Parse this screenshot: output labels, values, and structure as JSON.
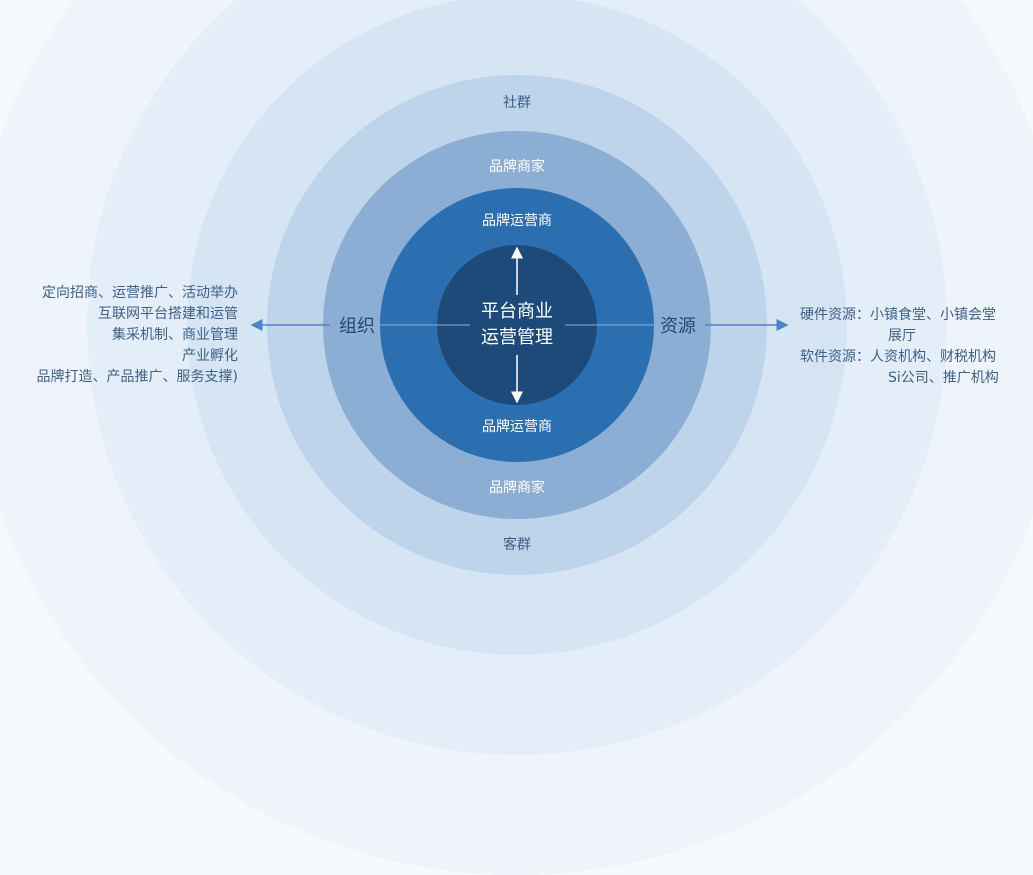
{
  "center": {
    "line1": "平台商业",
    "line2": "运营管理"
  },
  "rings": {
    "top_inner": "品牌运营商",
    "bottom_inner": "品牌运营商",
    "top_mid": "品牌商家",
    "bottom_mid": "品牌商家",
    "top_outer": "社群",
    "bottom_outer": "客群"
  },
  "axis": {
    "left": "组织",
    "right": "资源"
  },
  "left_text": [
    "定向招商、运营推广、活动举办",
    "互联网平台搭建和运管",
    "集采机制、商业管理",
    "产业孵化",
    "品牌打造、产品推广、服务支撑)"
  ],
  "right_text": {
    "hardware_label": "硬件资源：",
    "hardware_1": "小镇食堂、小镇会堂",
    "hardware_2": "展厅",
    "software_label": "软件资源：",
    "software_1": "人资机构、财税机构",
    "software_2": "Si公司、推广机构"
  },
  "colors": {
    "core": "#1d4a78",
    "ring1": "#2c6fb0",
    "ring2": "#8daed4",
    "ring3": "#bdd4eb",
    "halo1": "#d9e7f4",
    "halo2": "#e6eff8",
    "arrow": "#4a86c5"
  }
}
